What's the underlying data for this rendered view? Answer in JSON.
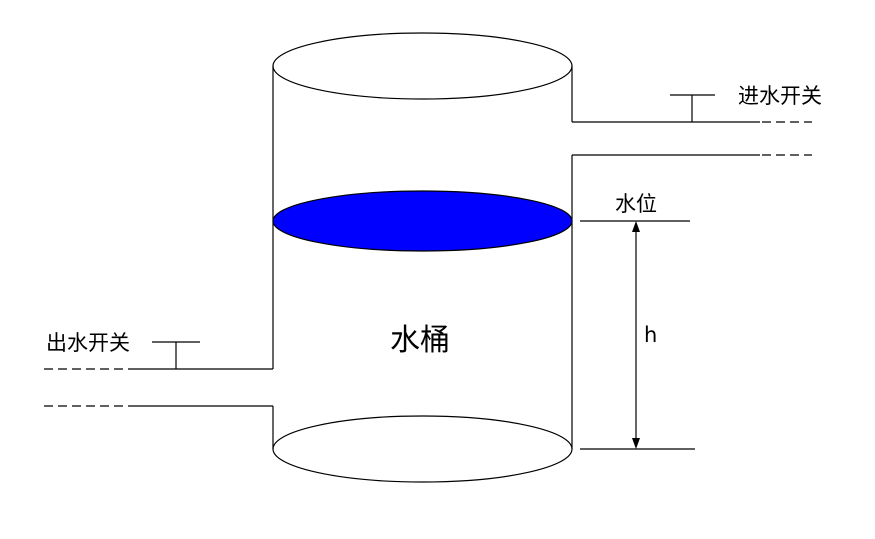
{
  "labels": {
    "bucket": "水桶",
    "water_level": "水位",
    "inlet_switch": "进水开关",
    "outlet_switch": "出水开关",
    "height": "h"
  },
  "colors": {
    "water_surface": "#0000ff",
    "line": "#000000",
    "background": "#ffffff"
  }
}
